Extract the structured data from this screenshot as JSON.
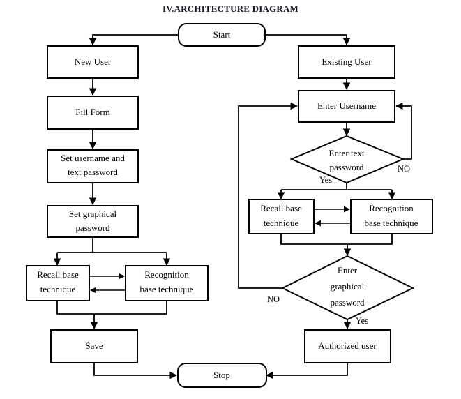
{
  "title": "IV.ARCHITECTURE DIAGRAM",
  "colors": {
    "background": "#ffffff",
    "stroke": "#000000",
    "title": "#1a1a2e"
  },
  "nodes": {
    "start": {
      "label": "Start",
      "shape": "rounded-terminator"
    },
    "new_user": {
      "label": "New User",
      "shape": "rectangle"
    },
    "fill_form": {
      "label": "Fill Form",
      "shape": "rectangle"
    },
    "set_username_text_password_line1": {
      "label": "Set username and"
    },
    "set_username_text_password_line2": {
      "label": "text password"
    },
    "set_graphical_password_line1": {
      "label": "Set graphical"
    },
    "set_graphical_password_line2": {
      "label": "password"
    },
    "left_recall_line1": {
      "label": "Recall base"
    },
    "left_recall_line2": {
      "label": "technique"
    },
    "left_recognition_line1": {
      "label": "Recognition"
    },
    "left_recognition_line2": {
      "label": "base technique"
    },
    "save": {
      "label": "Save",
      "shape": "rectangle"
    },
    "stop": {
      "label": "Stop",
      "shape": "rounded-terminator"
    },
    "existing_user": {
      "label": "Existing User",
      "shape": "rectangle"
    },
    "enter_username": {
      "label": "Enter Username",
      "shape": "rectangle"
    },
    "enter_text_password_line1": {
      "label": "Enter text",
      "shape": "diamond"
    },
    "enter_text_password_line2": {
      "label": "password"
    },
    "right_recall_line1": {
      "label": "Recall base"
    },
    "right_recall_line2": {
      "label": "technique"
    },
    "right_recognition_line1": {
      "label": "Recognition"
    },
    "right_recognition_line2": {
      "label": "base technique"
    },
    "enter_graphical_password_line1": {
      "label": "Enter",
      "shape": "diamond"
    },
    "enter_graphical_password_line2": {
      "label": "graphical"
    },
    "enter_graphical_password_line3": {
      "label": "password"
    },
    "authorized_user": {
      "label": "Authorized user",
      "shape": "rectangle"
    }
  },
  "edge_labels": {
    "text_password_no": "NO",
    "text_password_yes": "Yes",
    "graphical_password_no": "NO",
    "graphical_password_yes": "Yes"
  }
}
